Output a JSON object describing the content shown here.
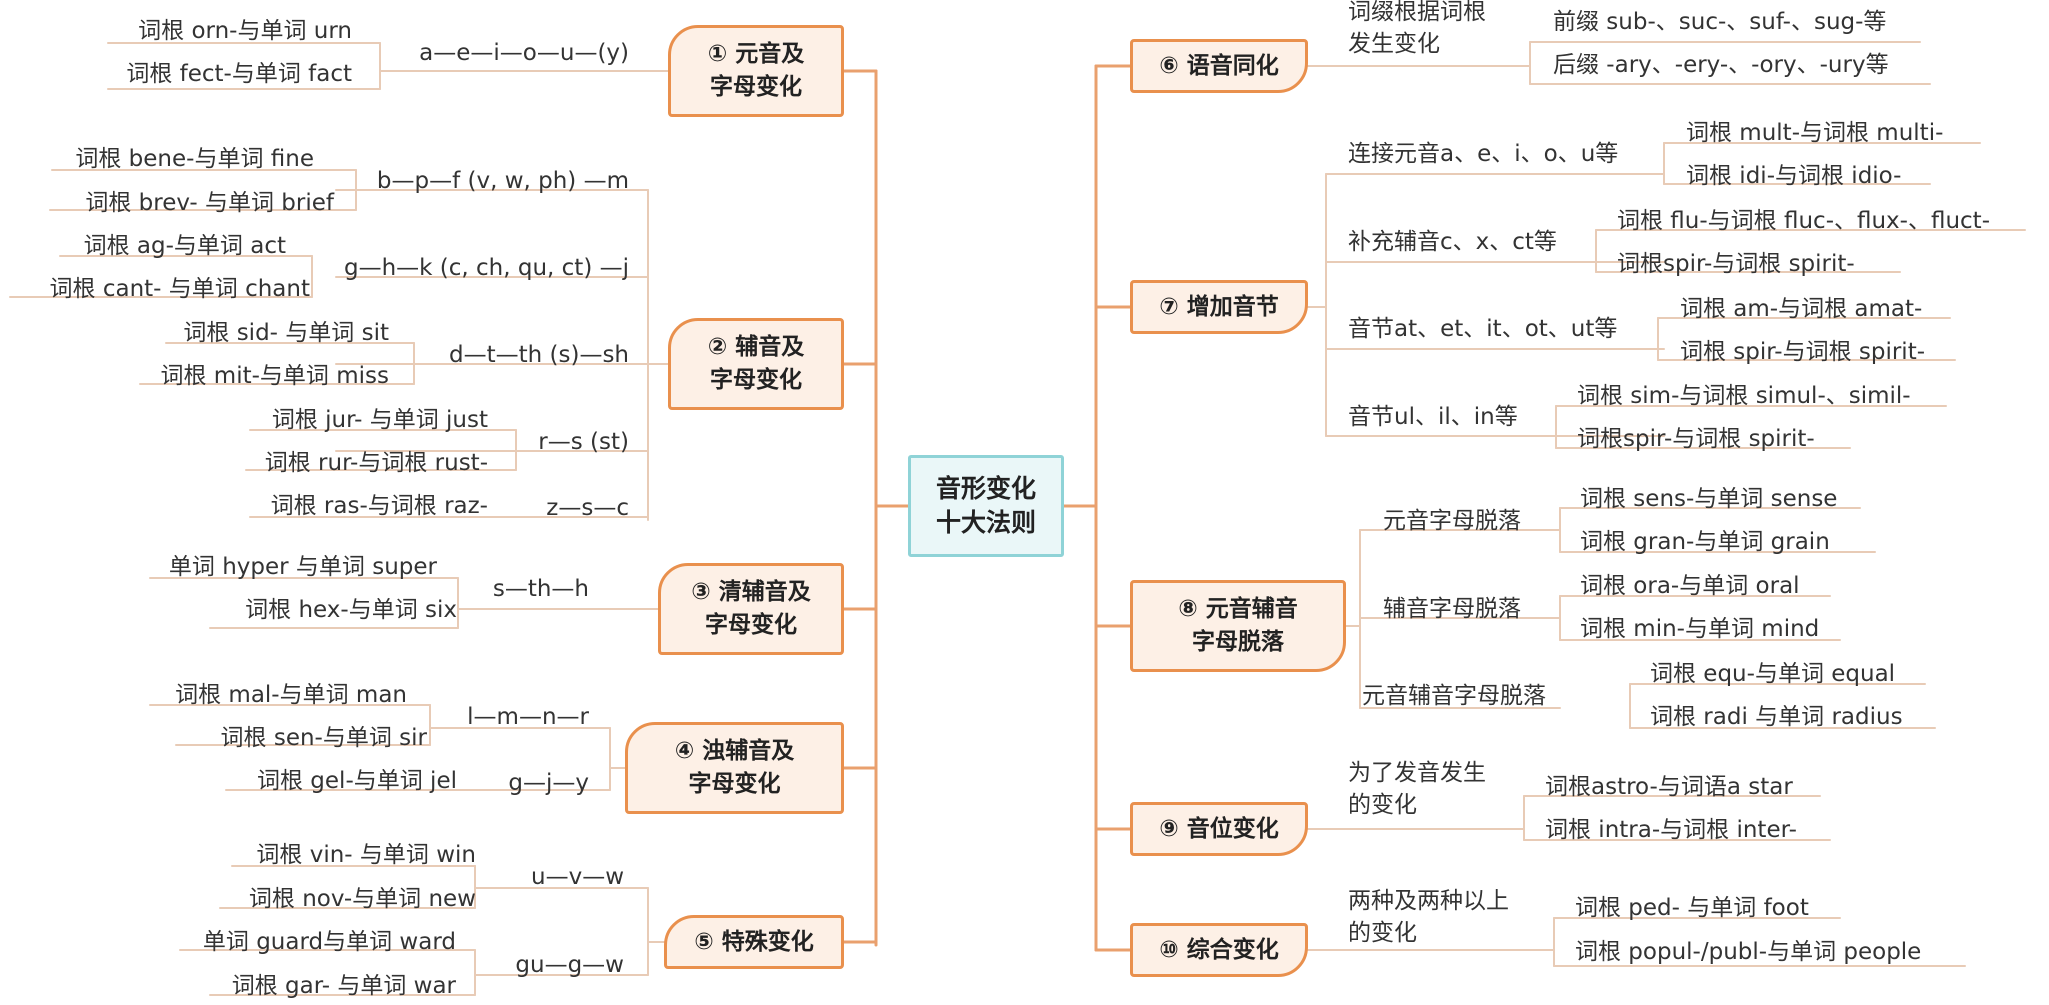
{
  "central": {
    "title": "音形变化\n十大法则"
  },
  "left_branches": [
    {
      "title": "① 元音及\n字母变化",
      "groups": [
        {
          "pattern": "a—e—i—o—u—(y)",
          "examples": [
            "词根 orn-与单词 urn",
            "词根 fect-与单词 fact"
          ]
        }
      ]
    },
    {
      "title": "② 辅音及\n字母变化",
      "groups": [
        {
          "pattern": "b—p—f (v, w, ph) —m",
          "examples": [
            "词根 bene-与单词 fine",
            "词根 brev- 与单词 brief"
          ]
        },
        {
          "pattern": "g—h—k (c, ch, qu, ct) —j",
          "examples": [
            "词根 ag-与单词 act",
            "词根 cant- 与单词 chant"
          ]
        },
        {
          "pattern": "d—t—th (s)—sh",
          "examples": [
            "词根 sid- 与单词 sit",
            "词根 mit-与单词 miss"
          ]
        },
        {
          "pattern": "r—s (st)",
          "examples": [
            "词根 jur- 与单词 just",
            "词根 rur-与词根 rust-"
          ]
        },
        {
          "pattern": "z—s—c",
          "examples": [
            "词根 ras-与词根 raz-"
          ]
        }
      ]
    },
    {
      "title": "③ 清辅音及\n字母变化",
      "groups": [
        {
          "pattern": "s—th—h",
          "examples": [
            "单词 hyper 与单词 super",
            "词根 hex-与单词 six"
          ]
        }
      ]
    },
    {
      "title": "④ 浊辅音及\n字母变化",
      "groups": [
        {
          "pattern": "l—m—n—r",
          "examples": [
            "词根 mal-与单词 man",
            "词根 sen-与单词 sir"
          ]
        },
        {
          "pattern": "g—j—y",
          "examples": [
            "词根 gel-与单词 jel"
          ]
        }
      ]
    },
    {
      "title": "⑤ 特殊变化",
      "groups": [
        {
          "pattern": "u—v—w",
          "examples": [
            "词根 vin- 与单词 win",
            "词根 nov-与单词 new"
          ]
        },
        {
          "pattern": "gu—g—w",
          "examples": [
            "单词 guard与单词 ward",
            "词根 gar- 与单词 war"
          ]
        }
      ]
    }
  ],
  "right_branches": [
    {
      "title": "⑥ 语音同化",
      "groups": [
        {
          "pattern": "词缀根据词根\n发生变化",
          "examples": [
            "前缀 sub-、suc-、suf-、sug-等",
            "后缀 -ary、-ery-、-ory、-ury等"
          ]
        }
      ]
    },
    {
      "title": "⑦ 增加音节",
      "groups": [
        {
          "pattern": "连接元音a、e、i、o、u等",
          "examples": [
            "词根 mult-与词根 multi-",
            "词根 idi-与词根 idio-"
          ]
        },
        {
          "pattern": "补充辅音c、x、ct等",
          "examples": [
            "词根 flu-与词根 fluc-、flux-、fluct-",
            "词根spir-与词根 spirit-"
          ]
        },
        {
          "pattern": "音节at、et、it、ot、ut等",
          "examples": [
            "词根 am-与词根 amat-",
            "词根 spir-与词根 spirit-"
          ]
        },
        {
          "pattern": "音节ul、il、in等",
          "examples": [
            "词根 sim-与词根 simul-、simil-",
            "词根spir-与词根 spirit-"
          ]
        }
      ]
    },
    {
      "title": "⑧ 元音辅音\n字母脱落",
      "groups": [
        {
          "pattern": "元音字母脱落",
          "examples": [
            "词根 sens-与单词 sense",
            "词根 gran-与单词 grain"
          ]
        },
        {
          "pattern": "辅音字母脱落",
          "examples": [
            "词根 ora-与单词 oral",
            "词根 min-与单词 mind"
          ]
        },
        {
          "pattern": "元音辅音字母脱落",
          "examples": [
            "词根 equ-与单词 equal",
            "词根 radi 与单词 radius"
          ]
        }
      ]
    },
    {
      "title": "⑨ 音位变化",
      "groups": [
        {
          "pattern": "为了发音发生\n的变化",
          "examples": [
            "词根astro-与词语a star",
            "词根 intra-与词根 inter-"
          ]
        }
      ]
    },
    {
      "title": "⑩ 综合变化",
      "groups": [
        {
          "pattern": "两种及两种以上\n的变化",
          "examples": [
            "词根 ped- 与单词 foot",
            "词根 popul-/publ-与单词 people"
          ]
        }
      ]
    }
  ],
  "colors": {
    "branch_border": "#e9904d",
    "branch_fill": "#fdf0e6",
    "central_border": "#8fd3d7",
    "central_fill": "#eaf7f8",
    "connector": "#e9a06e",
    "leaf_line": "#e8cbb6"
  }
}
